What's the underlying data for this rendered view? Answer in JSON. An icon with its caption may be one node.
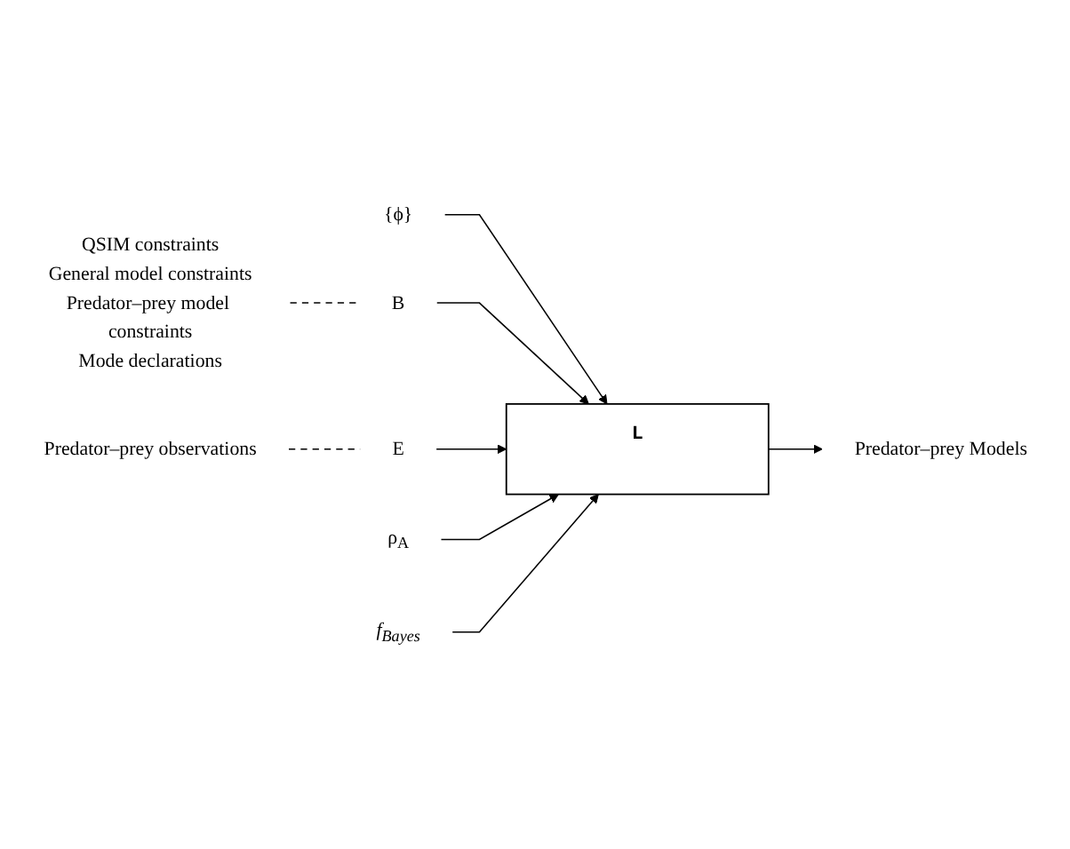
{
  "diagram": {
    "nodes": [
      {
        "text": [
          "{ϕ}"
        ]
      },
      {
        "text": [
          "L"
        ]
      },
      {
        "text": [
          "Predator–prey Models"
        ]
      },
      {
        "text": [
          "B"
        ]
      },
      {
        "text": [
          "E"
        ]
      },
      {
        "text": [
          "ρ$_{A}$"
        ]
      },
      {
        "text": [
          "f$_{Bayes}$"
        ]
      },
      {
        "text": [
          "Predator–prey observations"
        ]
      },
      {
        "text": [
          "QSIM constraints",
          "General model constraints",
          "Predator–prey model constraints",
          "Mode declarations"
        ]
      }
    ],
    "edges": [
      {
        "from": 0,
        "to": 1,
        "arrow": "to"
      },
      {
        "from": 1,
        "to": 2,
        "arrow": "to"
      },
      {
        "from": 3,
        "to": 1,
        "arrow": "to"
      },
      {
        "from": 4,
        "to": 1,
        "arrow": "to"
      },
      {
        "from": 5,
        "to": 1,
        "arrow": "to"
      },
      {
        "from": 6,
        "to": 1,
        "arrow": "to"
      },
      {
        "from": 7,
        "to": 4,
        "arrow": "none",
        "style": "dashed"
      },
      {
        "from": 8,
        "to": 3,
        "arrow": "none",
        "style": "dashed"
      }
    ]
  }
}
